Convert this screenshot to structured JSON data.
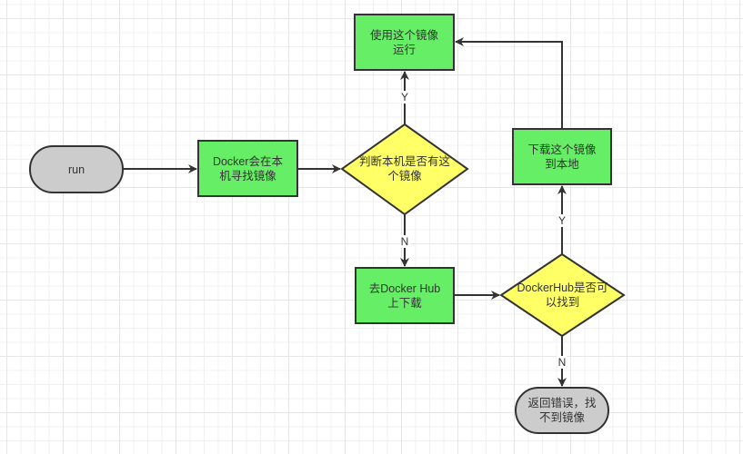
{
  "diagram": {
    "colors": {
      "process_fill": "#66ee66",
      "decision_fill": "#ffff66",
      "terminal_fill": "#cccccc",
      "stroke": "#333333"
    },
    "nodes": {
      "run": {
        "type": "terminal",
        "label": "run"
      },
      "search_local": {
        "type": "process",
        "label": "Docker会在本\n机寻找镜像"
      },
      "has_image": {
        "type": "decision",
        "label": "判断本机是否有这\n个镜像"
      },
      "use_image": {
        "type": "process",
        "label": "使用这个镜像\n运行"
      },
      "download_hub": {
        "type": "process",
        "label": "去Docker Hub\n上下载"
      },
      "hub_found": {
        "type": "decision",
        "label": "DockerHub是否可\n以找到"
      },
      "download_local": {
        "type": "process",
        "label": "下载这个镜像\n到本地"
      },
      "error": {
        "type": "terminal",
        "label": "返回错误，找\n不到镜像"
      }
    },
    "edges": [
      {
        "from": "run",
        "to": "search_local",
        "label": ""
      },
      {
        "from": "search_local",
        "to": "has_image",
        "label": ""
      },
      {
        "from": "has_image",
        "to": "use_image",
        "label": "Y"
      },
      {
        "from": "has_image",
        "to": "download_hub",
        "label": "N"
      },
      {
        "from": "download_hub",
        "to": "hub_found",
        "label": ""
      },
      {
        "from": "hub_found",
        "to": "download_local",
        "label": "Y"
      },
      {
        "from": "download_local",
        "to": "use_image",
        "label": ""
      },
      {
        "from": "hub_found",
        "to": "error",
        "label": "N"
      }
    ]
  }
}
